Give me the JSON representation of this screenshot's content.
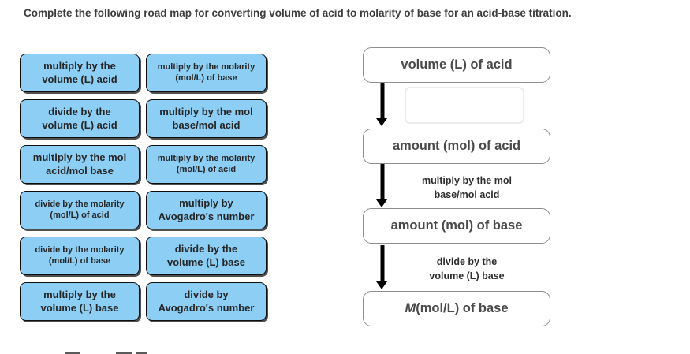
{
  "title": "Complete the following road map for converting volume of acid to molarity of base for an acid-base titration.",
  "colors": {
    "tile_fill": "#8ccef4",
    "tile_border": "#0e0e0e",
    "tile_shadow": "#4f4f4f",
    "flow_box_border": "#8d8d8d",
    "arrow": "#000000",
    "text": "#3d3d3d"
  },
  "tile_bank": {
    "tiles": [
      {
        "label": "multiply by the\nvolume (L) acid"
      },
      {
        "label": "multiply by the molarity\n(mol/L) of base"
      },
      {
        "label": "divide by the\nvolume (L) acid"
      },
      {
        "label": "multiply by the mol\nbase/mol acid"
      },
      {
        "label": "multiply by the mol\nacid/mol base"
      },
      {
        "label": "multiply by the molarity\n(mol/L) of acid"
      },
      {
        "label": "divide by the molarity\n(mol/L) of acid"
      },
      {
        "label": "multiply by\nAvogadro's number"
      },
      {
        "label": "divide by the molarity\n(mol/L) of base"
      },
      {
        "label": "divide by the\nvolume (L) base"
      },
      {
        "label": "multiply by the\nvolume (L) base"
      },
      {
        "label": "divide by\nAvogadro's number"
      }
    ]
  },
  "flowchart": {
    "nodes": [
      {
        "label": "volume (L) of acid"
      },
      {
        "label": "amount (mol) of acid"
      },
      {
        "label": "amount (mol) of base"
      },
      {
        "em": "M",
        "rest": " (mol/L) of base"
      }
    ],
    "drop_zone_value": "",
    "arrow_labels": [
      {
        "label": "multiply by the mol\nbase/mol acid"
      },
      {
        "label": "divide by the\nvolume (L) base"
      }
    ]
  }
}
